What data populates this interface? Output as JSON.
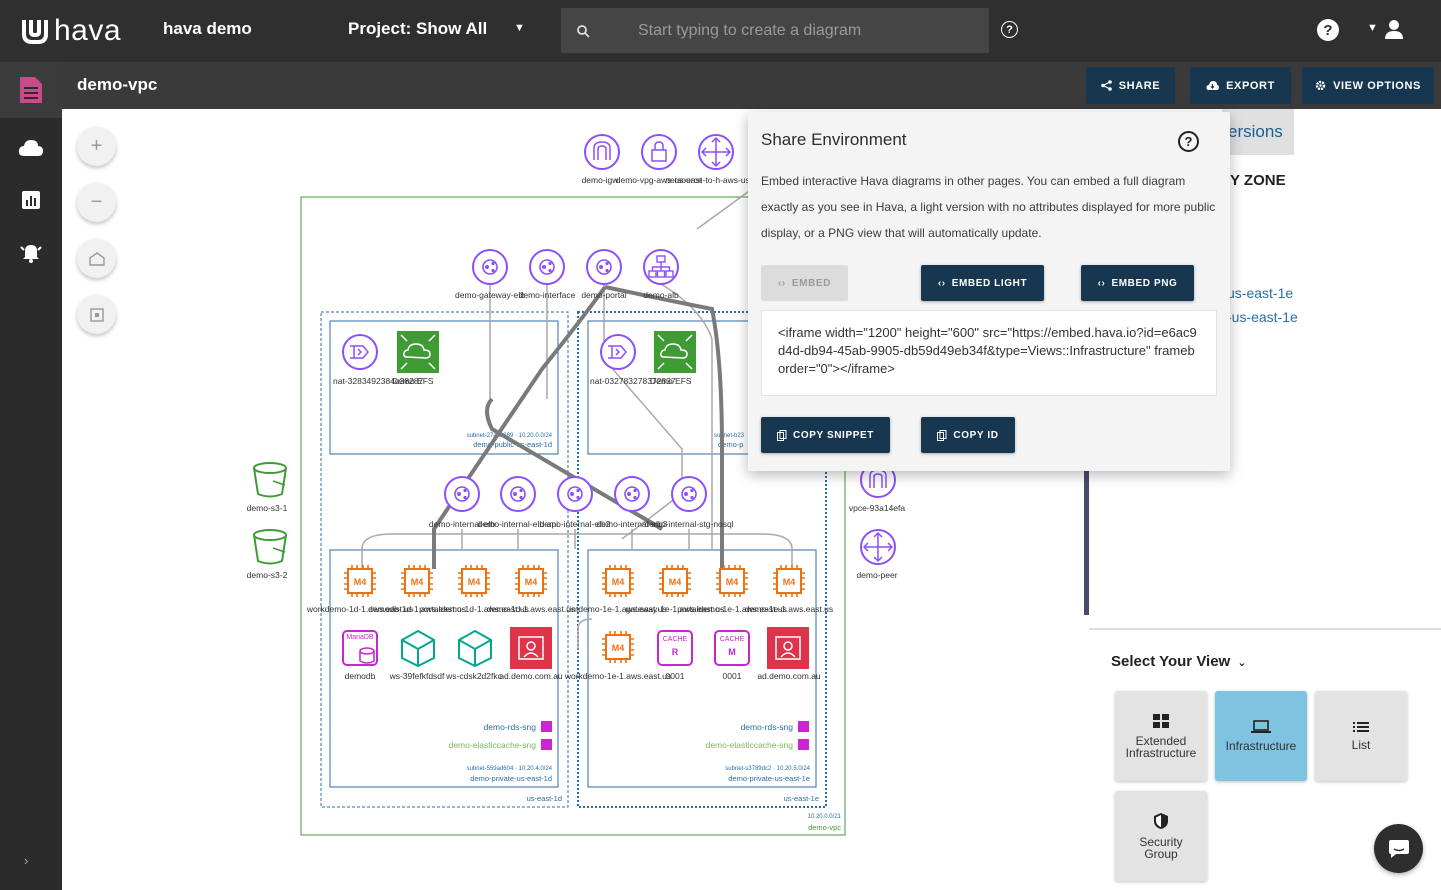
{
  "topbar": {
    "logo_text": "hava",
    "org_name": "hava demo",
    "project_label": "Project: Show All",
    "search_placeholder": "Start typing to create a diagram"
  },
  "subheader": {
    "env_title": "demo-vpc",
    "share_label": "SHARE",
    "export_label": "EXPORT",
    "view_options_label": "VIEW OPTIONS"
  },
  "modal": {
    "title": "Share Environment",
    "description": "Embed interactive Hava diagrams in other pages. You can embed a full diagram exactly as you see in Hava, a light version with no attributes displayed for more public display, or a PNG view that will automatically update.",
    "embed_label": "EMBED",
    "embed_light_label": "EMBED LIGHT",
    "embed_png_label": "EMBED PNG",
    "snippet": "<iframe width=\"1200\" height=\"600\" src=\"https://embed.hava.io?id=e6ac9d4d-db94-45ab-9905-db59d49eb34f&type=Views::Infrastructure\" frameborder=\"0\"></iframe>",
    "copy_snippet_label": "COPY SNIPPET",
    "copy_id_label": "COPY ID"
  },
  "right_panel": {
    "tab_label": "ersions",
    "zone_heading": "Y ZONE",
    "zone_links": [
      "us-east-1e",
      "-us-east-1e"
    ],
    "select_view_label": "Select Your View",
    "views": [
      {
        "label": "Extended Infrastructure",
        "selected": false
      },
      {
        "label": "Infrastructure",
        "selected": true
      },
      {
        "label": "List",
        "selected": false
      },
      {
        "label": "Security Group",
        "selected": false
      }
    ]
  },
  "diagram": {
    "top_nodes": [
      "demo-igw",
      "demo-vpg-aws-us-east",
      "netsource-to-h-aws-us-east"
    ],
    "lb_nodes": [
      "demo-gateway-elb",
      "demo-interface",
      "demo-portal",
      "demo-alb"
    ],
    "internal_elbs": [
      "demo-internal-elb",
      "demo-internal-elb-api",
      "demo-internal-elb2",
      "demo-internal-elb3",
      "demo-internal-stg-nosql"
    ],
    "public_subnet_1d": {
      "nat": "nat-3283492384u38287",
      "efs": "Demo EFS",
      "cidr": "subnet-27aa8289 · 10.20.0.0/24",
      "name": "demo-public-us-east-1d"
    },
    "public_subnet_1e": {
      "nat": "nat-032783278372837",
      "efs": "Demo EFS",
      "cidr": "subnet-b23",
      "name": "demo-p"
    },
    "private_subnet_1d": {
      "instances": [
        "workdemo-1d-1.aws.east.us",
        "demodb-1d-1.aws.east.us",
        "portaldemo-1d-1.aws.east.us",
        "demo-1d-1.aws.east.us"
      ],
      "data": [
        "demodb",
        "ws-39fefkfdsdf",
        "ws-cdsk2d2fkc",
        "ad.demo.com.au"
      ],
      "rds_sng": "demo-rds-sng",
      "cache_sng": "demo-elasticcache-sng",
      "cidr": "subnet-559ad604 · 10.20.4.0/24",
      "name": "demo-private-us-east-1d",
      "az": "us-east-1d"
    },
    "private_subnet_1e": {
      "instances": [
        "intdemo-1e-1.aws.east.us",
        "gateway-1e-1.aws.east.us",
        "portaldemo-1e-1.aws.east.us",
        "demo-1e-1.aws.east.us"
      ],
      "data": [
        "workdemo-1e-1.aws.east.us",
        "0001",
        "0001",
        "ad.demo.com.au"
      ],
      "rds_sng": "demo-rds-sng",
      "cache_sng": "demo-elasticcache-sng",
      "cidr": "subnet-s3789dc2 · 10.20.5.0/24",
      "name": "demo-private-us-east-1e",
      "az": "us-east-1e"
    },
    "vpc_cidr": "10.20.0.0/21",
    "vpc_name": "demo-vpc",
    "s3": [
      "demo-s3-1",
      "demo-s3-2"
    ],
    "side_nodes": [
      "vpce-93a14efa",
      "demo-peer"
    ],
    "chip_labels": {
      "m4": "M4",
      "cache": "CACHE",
      "mariadb": "MariaDB"
    }
  }
}
